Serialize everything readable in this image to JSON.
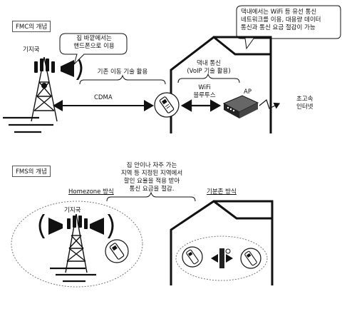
{
  "sections": {
    "fmc": {
      "title": "FMC의 개념",
      "bubble_left": [
        "집 바깥에서는",
        "핸드폰으로 이용"
      ],
      "bubble_right": [
        "댁내에서는 WiFi 등 유선 통신",
        "네트워크를 이용, 대용량 데이터",
        "통신과 통신 요금 절감이 가능"
      ],
      "tower_label": "기지국",
      "existing_tech": "기존 이동 기술 활용",
      "cdma": "CDMA",
      "home_comm": [
        "댁내 통신",
        "(VoIP 기술 활용)"
      ],
      "wifi": [
        "WiFi",
        "블루투스"
      ],
      "ap": "AP",
      "internet": [
        "초고속",
        "인터넷"
      ]
    },
    "fms": {
      "title": "FMS의 개념",
      "note": [
        "집 안이나 자주 가는",
        "지역 등 지정된 지역에서",
        "할인 요율을 적용 받아",
        "통신 요금을 절감."
      ],
      "homezone": "Homezone 방식",
      "tower_label": "기지국",
      "baseline": "기분존 방식"
    }
  }
}
